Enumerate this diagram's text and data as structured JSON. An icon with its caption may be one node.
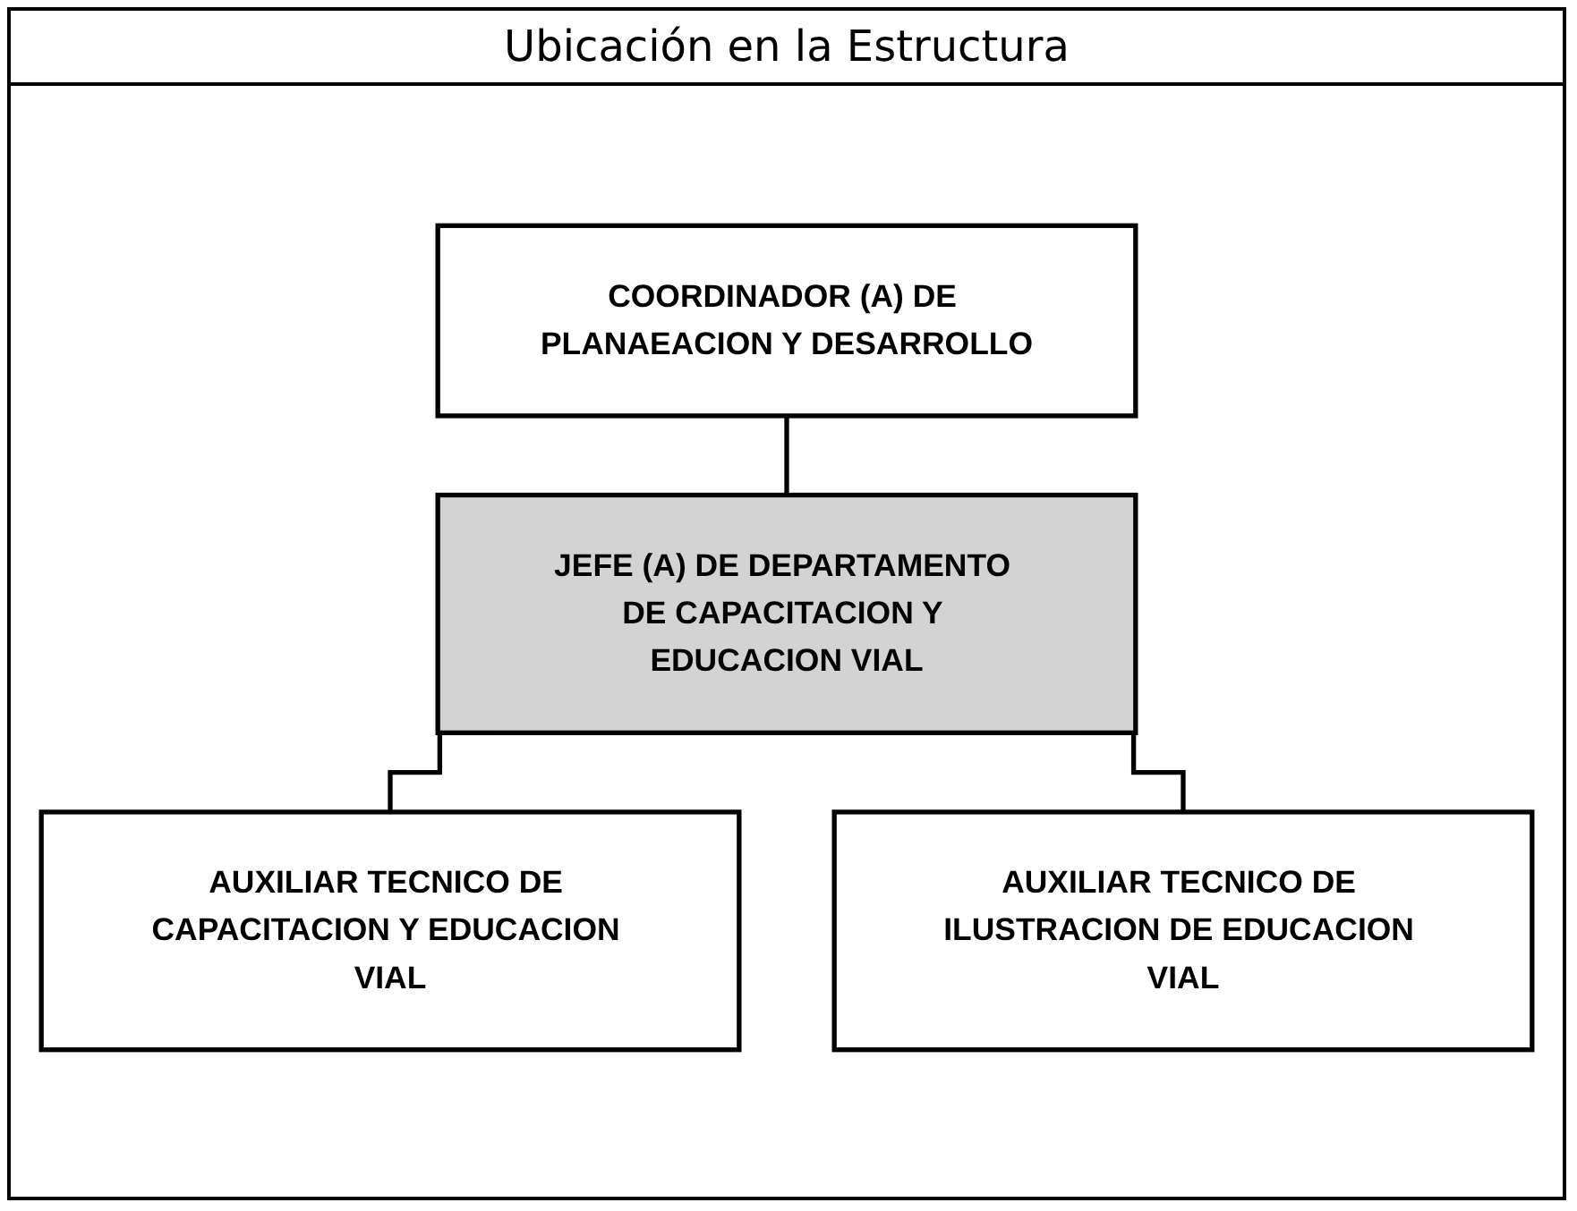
{
  "diagram": {
    "title": "Ubicación en la Estructura",
    "nodes": [
      {
        "text": [
          "COORDINADOR (A) DE PLANAEACION Y DESARROLLO"
        ]
      },
      {
        "text": [
          "JEFE (A) DE DEPARTAMENTO DE CAPACITACION Y EDUCACION VIAL"
        ]
      },
      {
        "text": [
          "AUXILIAR TECNICO DE CAPACITACION Y EDUCACION VIAL"
        ]
      },
      {
        "text": [
          "AUXILIAR TECNICO DE ILUSTRACION DE EDUCACION VIAL"
        ]
      }
    ],
    "edges": [
      {
        "from": 0,
        "to": 1,
        "arrow": "none"
      },
      {
        "from": 1,
        "to": 2,
        "arrow": "none"
      },
      {
        "from": 1,
        "to": 3,
        "arrow": "none"
      }
    ]
  }
}
